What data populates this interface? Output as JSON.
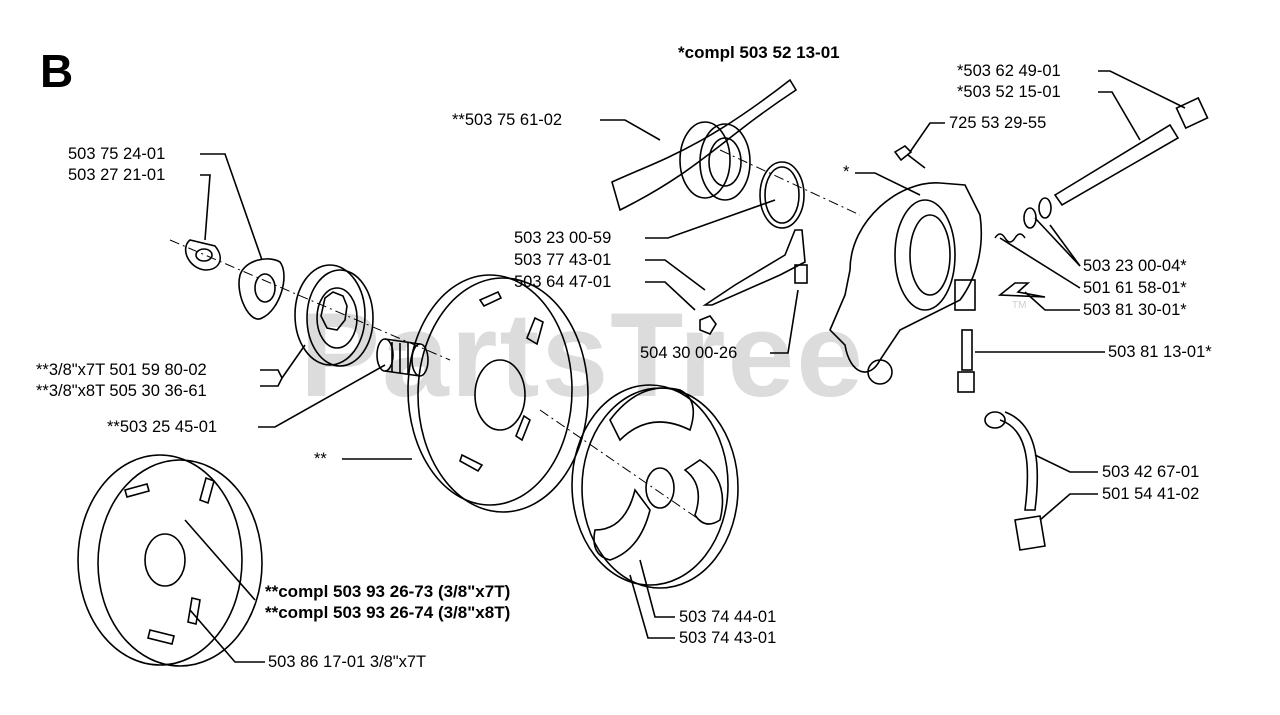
{
  "section": "B",
  "watermark": "PartsTree",
  "watermark_tm": "TM",
  "labels": {
    "compl_top": "*compl 503 52 13-01",
    "p_503756102": "**503 75 61-02",
    "p_503752401": "503 75 24-01",
    "p_503272101": "503 27 21-01",
    "p_503230059": "503 23 00-59",
    "p_503774301": "503 77 43-01",
    "p_503644701": "503 64 47-01",
    "p_504300026": "504 30 00-26",
    "p_x7t_501598002": "**3/8\"x7T 501 59 80-02",
    "p_x8t_505303661": "**3/8\"x8T 505 30 36-61",
    "p_503254501": "**503 25 45-01",
    "p_star_star": "**",
    "p_star": "*",
    "p_503624901": "*503 62 49-01",
    "p_503521501": "*503 52 15-01",
    "p_725532955": "725 53 29-55",
    "p_503230004": "503 23 00-04*",
    "p_501615801": "501 61 58-01*",
    "p_503813001": "503 81 30-01*",
    "p_503811301": "503 81 13-01*",
    "p_503426701": "503 42 67-01",
    "p_501544102": "501 54 41-02",
    "compl_x7t": "**compl 503 93 26-73 (3/8\"x7T)",
    "compl_x8t": "**compl 503 93 26-74 (3/8\"x8T)",
    "p_503744401": "503 74 44-01",
    "p_503744301": "503 74 43-01",
    "p_503861701": "503 86 17-01 3/8\"x7T"
  }
}
